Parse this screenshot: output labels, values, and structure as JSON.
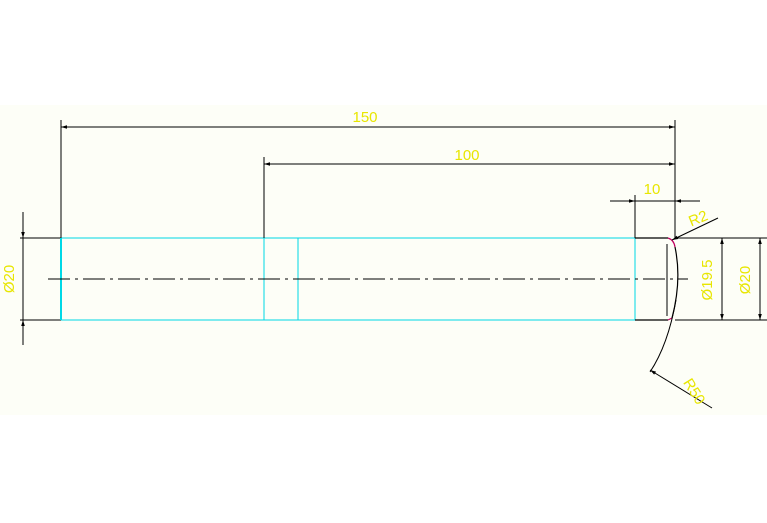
{
  "drawing": {
    "dimensions": {
      "overall_length": "150",
      "step_length": "100",
      "chamfer_length": "10",
      "left_diameter": "Ø20",
      "right_diameter": "Ø20",
      "inner_diameter": "Ø19.5",
      "fillet_radius": "R2",
      "arc_radius": "R50"
    }
  },
  "colors": {
    "background": "#fdfef7",
    "outline": "#000000",
    "cyan_edges": "#00d8e6",
    "dimension_text": "#e8e600",
    "fillet": "#c00060"
  }
}
